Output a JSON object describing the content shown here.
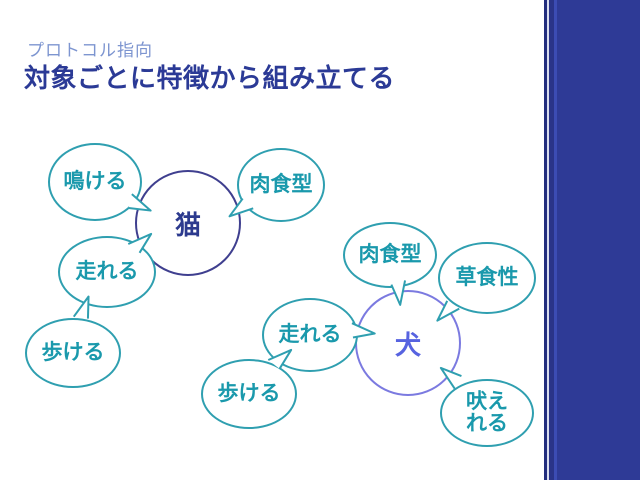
{
  "slide": {
    "kicker": "プロトコル指向",
    "title": "対象ごとに特徴から組み立てる"
  },
  "colors": {
    "kicker_text": "#7d95d0",
    "title_text": "#2b3a96",
    "bubble_border_teal": "#2f9fb0",
    "bubble_text_teal": "#1a99ac",
    "cat_circle_border": "#3f3f8f",
    "cat_label_text": "#2c3a8e",
    "dog_circle_border": "#7b7ae0",
    "dog_label_text": "#5763e0",
    "sidebar_main": "#2e3a96",
    "sidebar_dark_stripe": "#232d7d",
    "sidebar_light_stripe": "#d9ddee",
    "sidebar_bright_stripe": "#3c4cb3"
  },
  "diagram": {
    "cat": {
      "label": "猫",
      "features": [
        "鳴ける",
        "肉食型",
        "走れる",
        "歩ける"
      ]
    },
    "dog": {
      "label": "犬",
      "features": [
        "肉食型",
        "草食性",
        "走れる",
        "歩ける",
        "吠え\nれる"
      ]
    }
  }
}
